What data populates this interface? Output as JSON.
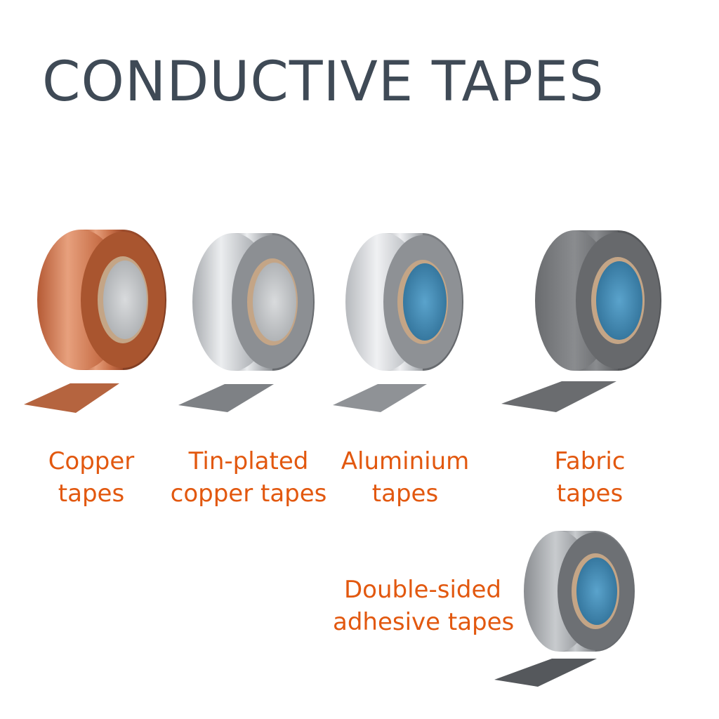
{
  "title": "CONDUCTIVE TAPES",
  "colors": {
    "title": "#3f4a56",
    "label": "#e2580f",
    "copper": "#c06a45",
    "tin": "#9a9da1",
    "aluminium": "#a9acb1",
    "fabric": "#6e7073",
    "core_blue": "#3f8ab6",
    "core_kraft": "#b79c7e"
  },
  "products": [
    {
      "id": "copper",
      "line1": "Copper",
      "line2": "tapes",
      "material_icon": "copper-tape-roll-icon"
    },
    {
      "id": "tin",
      "line1": "Tin-plated",
      "line2": "copper tapes",
      "material_icon": "tin-plated-tape-roll-icon"
    },
    {
      "id": "aluminium",
      "line1": "Aluminium",
      "line2": "tapes",
      "material_icon": "aluminium-tape-roll-icon"
    },
    {
      "id": "fabric",
      "line1": "Fabric",
      "line2": "tapes",
      "material_icon": "fabric-tape-roll-icon"
    },
    {
      "id": "double",
      "line1": "Double-sided",
      "line2": "adhesive tapes",
      "material_icon": "double-sided-tape-roll-icon"
    }
  ]
}
